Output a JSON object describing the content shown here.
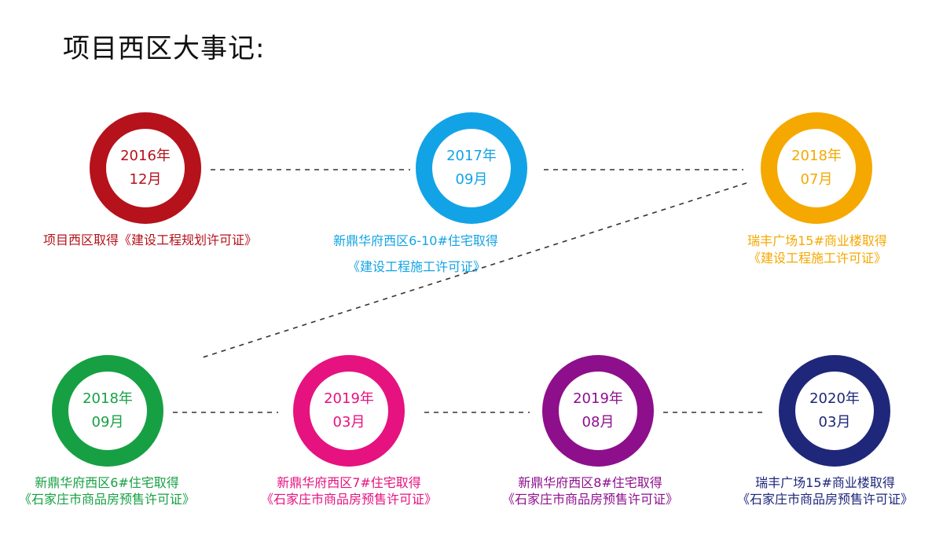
{
  "title": "项目西区大事记:",
  "colors": {
    "dash": "#333333",
    "red": "#B5121B",
    "blue": "#12A3E6",
    "orange": "#F5A800",
    "green": "#16A043",
    "magenta": "#E5127F",
    "purple": "#8E0F8C",
    "navy": "#1E2779"
  },
  "events": [
    {
      "year": "2016年",
      "month": "12月",
      "line1": "项目西区取得《建设工程规划许可证》",
      "line2": "",
      "color": "#B5121B"
    },
    {
      "year": "2017年",
      "month": "09月",
      "line1": "新鼎华府西区6-10#住宅取得",
      "line2": "《建设工程施工许可证》",
      "color": "#12A3E6"
    },
    {
      "year": "2018年",
      "month": "07月",
      "line1": "瑞丰广场15#商业楼取得",
      "line2": "《建设工程施工许可证》",
      "color": "#F5A800"
    },
    {
      "year": "2018年",
      "month": "09月",
      "line1": "新鼎华府西区6#住宅取得",
      "line2": "《石家庄市商品房预售许可证》",
      "color": "#16A043"
    },
    {
      "year": "2019年",
      "month": "03月",
      "line1": "新鼎华府西区7#住宅取得",
      "line2": "《石家庄市商品房预售许可证》",
      "color": "#E5127F"
    },
    {
      "year": "2019年",
      "month": "08月",
      "line1": "新鼎华府西区8#住宅取得",
      "line2": "《石家庄市商品房预售许可证》",
      "color": "#8E0F8C"
    },
    {
      "year": "2020年",
      "month": "03月",
      "line1": "瑞丰广场15#商业楼取得",
      "line2": "《石家庄市商品房预售许可证》",
      "color": "#1E2779"
    }
  ]
}
